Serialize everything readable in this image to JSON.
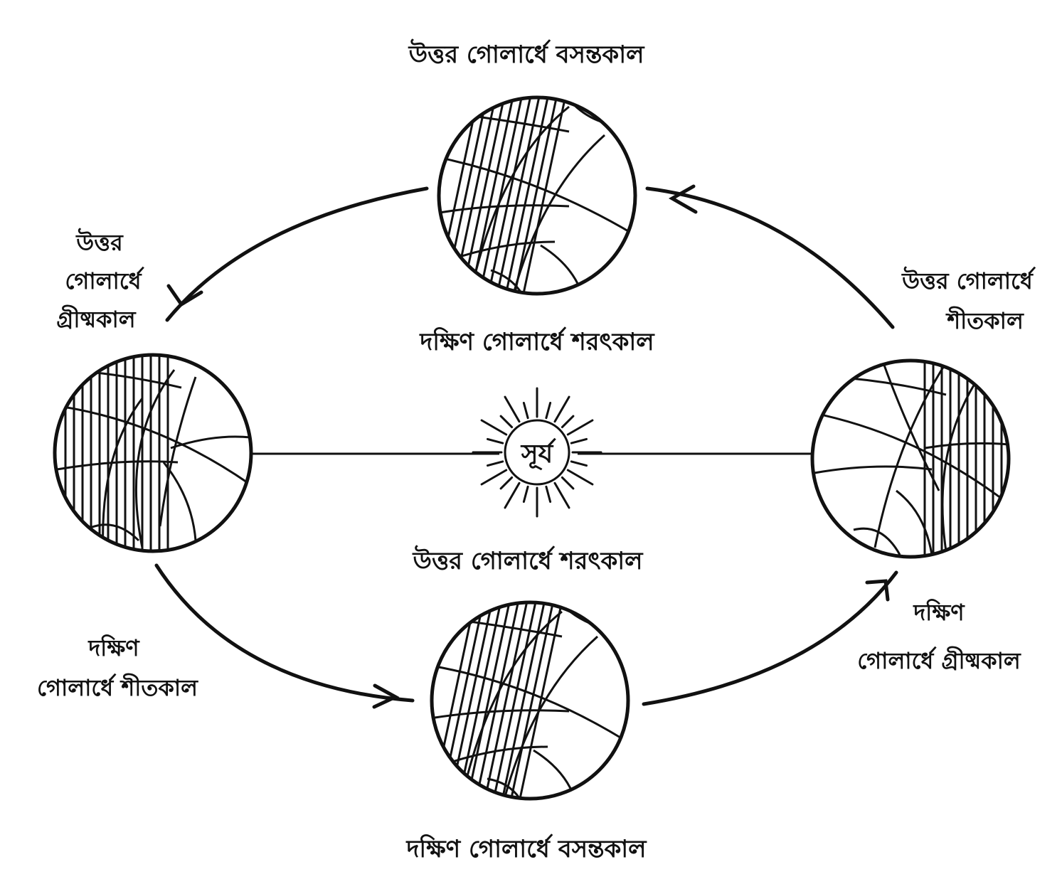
{
  "labels": {
    "top_north_spring": "উত্তর গোলার্ধে বসন্তকাল",
    "top_south_autumn": "দক্ষিণ গোলার্ধে শরৎকাল",
    "left_north_summer_line1": "উত্তর",
    "left_north_summer_line2": "গোলার্ধে",
    "left_north_summer_line3": "গ্রীষ্মকাল",
    "right_north_winter_line1": "উত্তর গোলার্ধে",
    "right_north_winter_line2": "শীতকাল",
    "center_north_autumn": "উত্তর গোলার্ধে শরৎকাল",
    "left_south_winter_line1": "দক্ষিণ",
    "left_south_winter_line2": "গোলার্ধে শীতকাল",
    "right_south_summer_line1": "দক্ষিণ",
    "right_south_summer_line2": "গোলার্ধে গ্রীষ্মকাল",
    "bottom_south_spring": "দক্ষিণ গোলার্ধে বসন্তকাল"
  },
  "sun": {
    "label": "সূর্য"
  }
}
